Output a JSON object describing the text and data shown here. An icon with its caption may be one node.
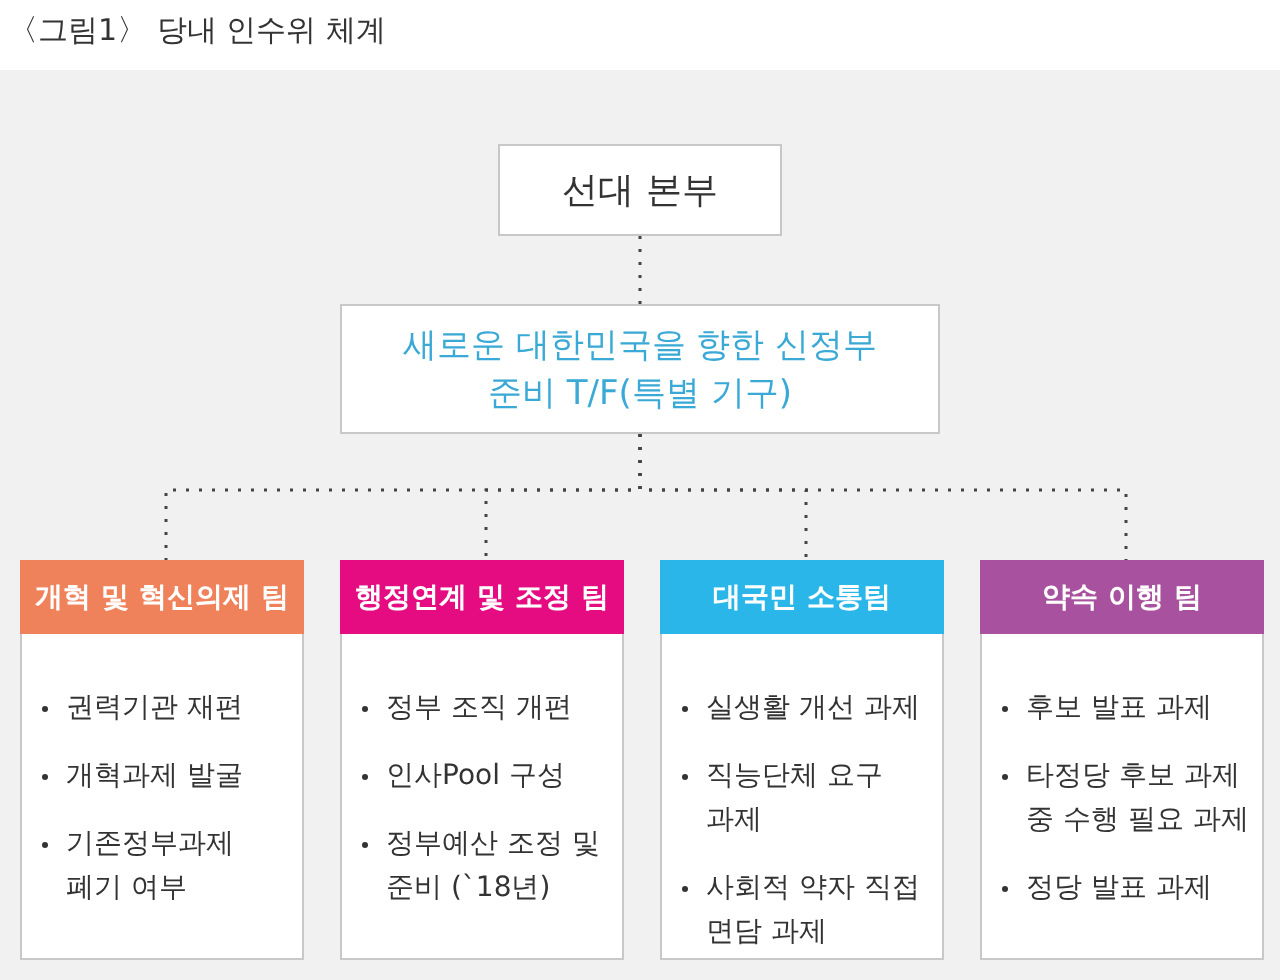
{
  "diagram": {
    "title": "〈그림1〉 당내 인수위 체계",
    "nodes": [
      {
        "text": [
          "선대 본부"
        ]
      },
      {
        "text": [
          "새로운 대한민국을 향한 신정부 준비 T/F(특별 기구)"
        ]
      },
      {
        "text": [
          "개혁 및 혁신의제 팀",
          "권력기관 재편",
          "개혁과제 발굴",
          "기존정부과제 폐기 여부"
        ]
      },
      {
        "text": [
          "행정연계 및 조정 팀",
          "정부 조직 개편",
          "인사Pool 구성",
          "정부예산 조정 및 준비 (`18년)"
        ]
      },
      {
        "text": [
          "대국민 소통팀",
          "실생활 개선 과제",
          "직능단체 요구 과제",
          "사회적 약자 직접 면담 과제"
        ]
      },
      {
        "text": [
          "약속 이행 팀",
          "후보 발표 과제",
          "타정당 후보 과제 중 수행 필요 과제",
          "정당 발표 과제"
        ]
      }
    ],
    "edges": [
      {
        "from": 0,
        "to": 1,
        "arrow": "none"
      },
      {
        "from": 1,
        "to": 2,
        "arrow": "none"
      },
      {
        "from": 1,
        "to": 3,
        "arrow": "none"
      },
      {
        "from": 1,
        "to": 4,
        "arrow": "none"
      },
      {
        "from": 1,
        "to": 5,
        "arrow": "none"
      }
    ]
  }
}
